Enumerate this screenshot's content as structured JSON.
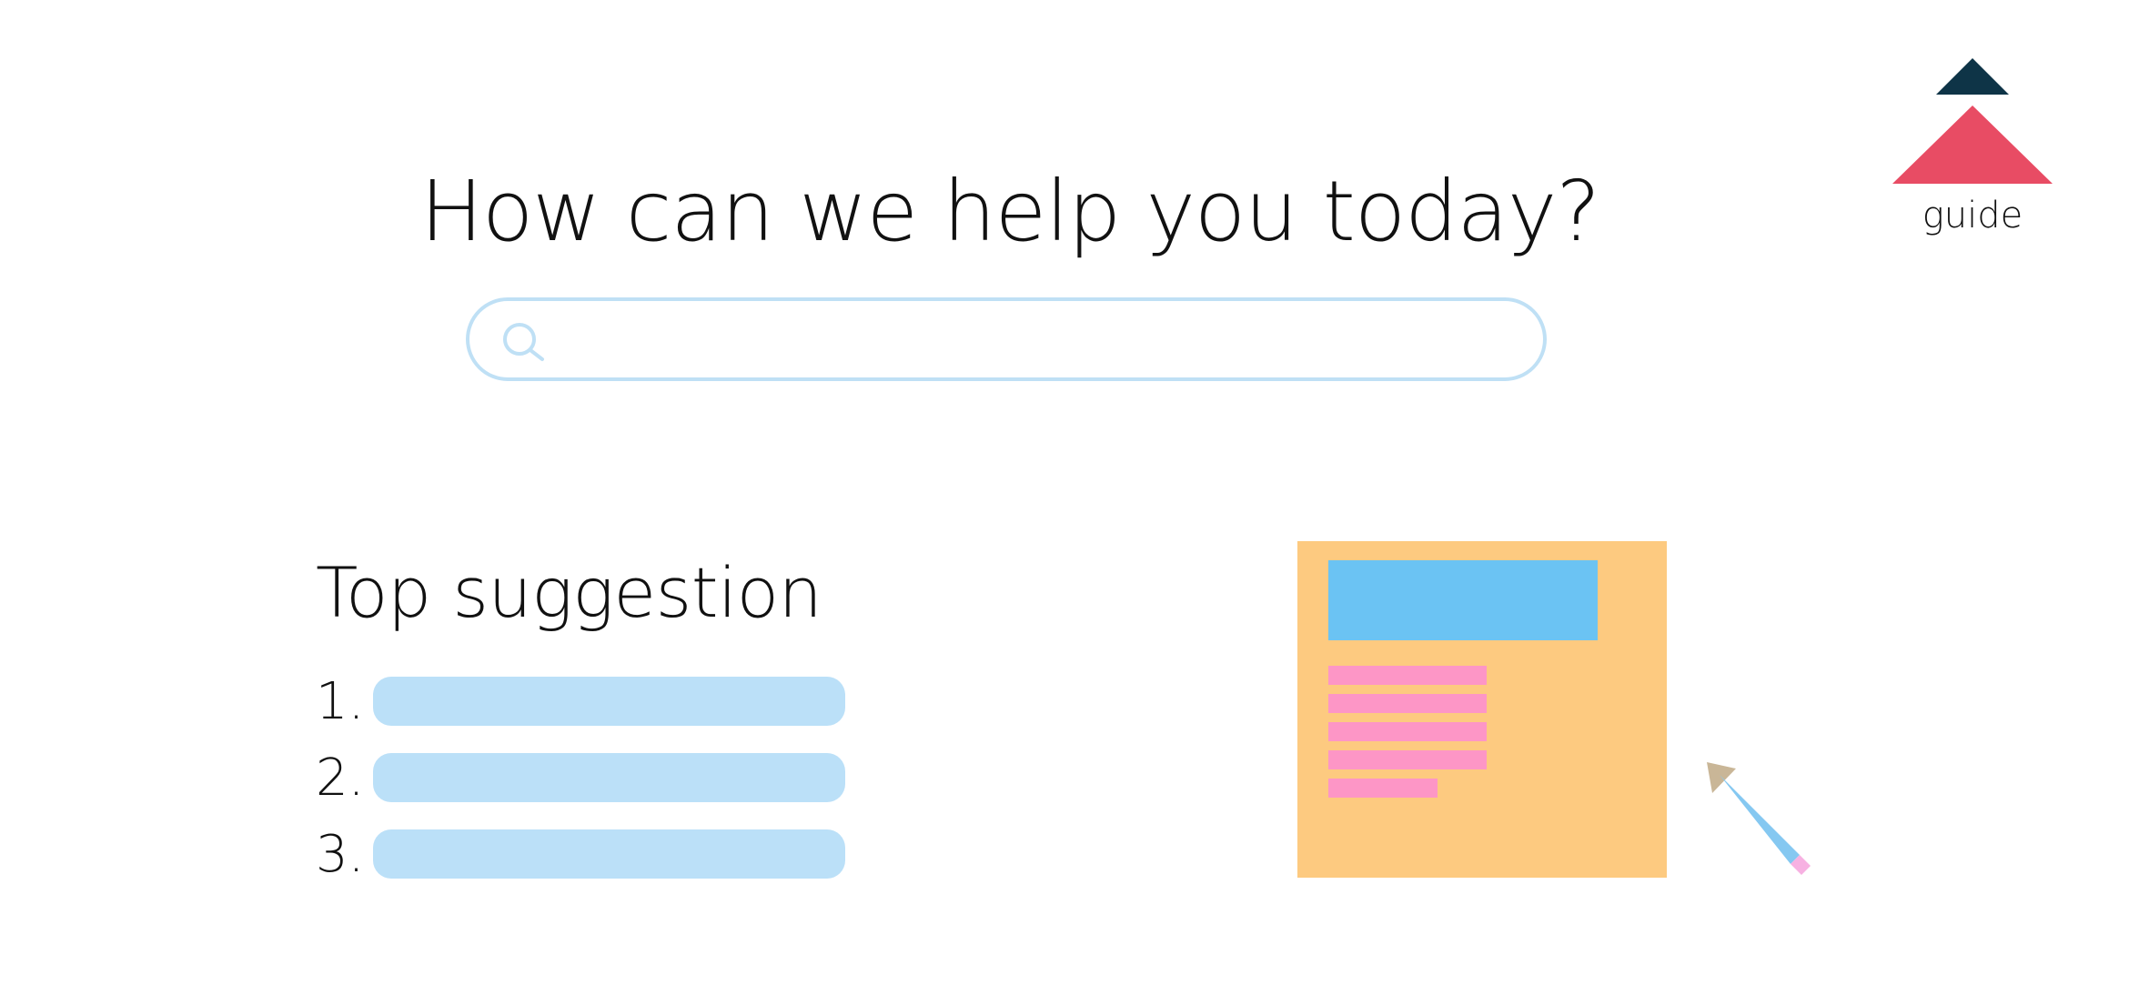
{
  "header": {
    "title": "How can we help you today?"
  },
  "search": {
    "icon": "search-icon",
    "value": "",
    "placeholder": "",
    "border_color": "#bfe0f5",
    "icon_color": "#bfe0f5"
  },
  "brand": {
    "logo_icon": "triangles-logo-icon",
    "label": "guide",
    "colors": {
      "top_triangle": "#0e3447",
      "bottom_triangle": "#e84c64"
    }
  },
  "suggestions": {
    "title": "Top suggestion",
    "items": [
      {
        "number": "1."
      },
      {
        "number": "2."
      },
      {
        "number": "3."
      }
    ],
    "bar_color": "#bbe0f8"
  },
  "illustrations": {
    "document": {
      "icon": "document-illustration-icon",
      "page_color": "#fdca80",
      "header_color": "#6bc3f3",
      "line_color": "#fd96c6"
    },
    "pencil": {
      "icon": "pencil-icon",
      "body_color": "#85c8f1",
      "tip_color": "#c9b697",
      "eraser_color": "#f7b1e2"
    }
  }
}
